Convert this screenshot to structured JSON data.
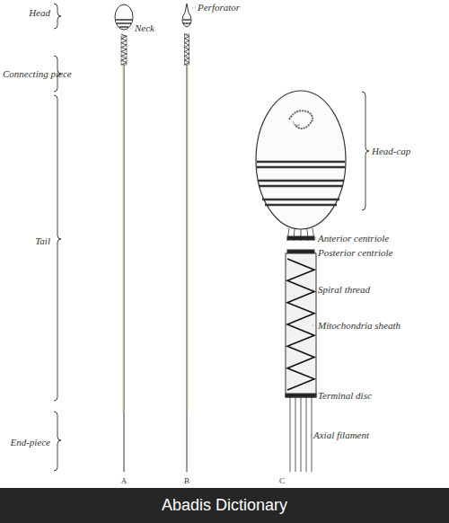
{
  "diagram": {
    "labels": [
      "Head",
      "Neck",
      "Connecting piece",
      "Tail",
      "End-piece",
      "Perforator",
      "A",
      "B",
      "C",
      "Head-cap",
      "Anterior centriole",
      "Posterior centriole",
      "Spiral thread",
      "Mitochondria sheath",
      "Terminal disc",
      "Axial filament",
      "Abadis Dictionary"
    ]
  }
}
